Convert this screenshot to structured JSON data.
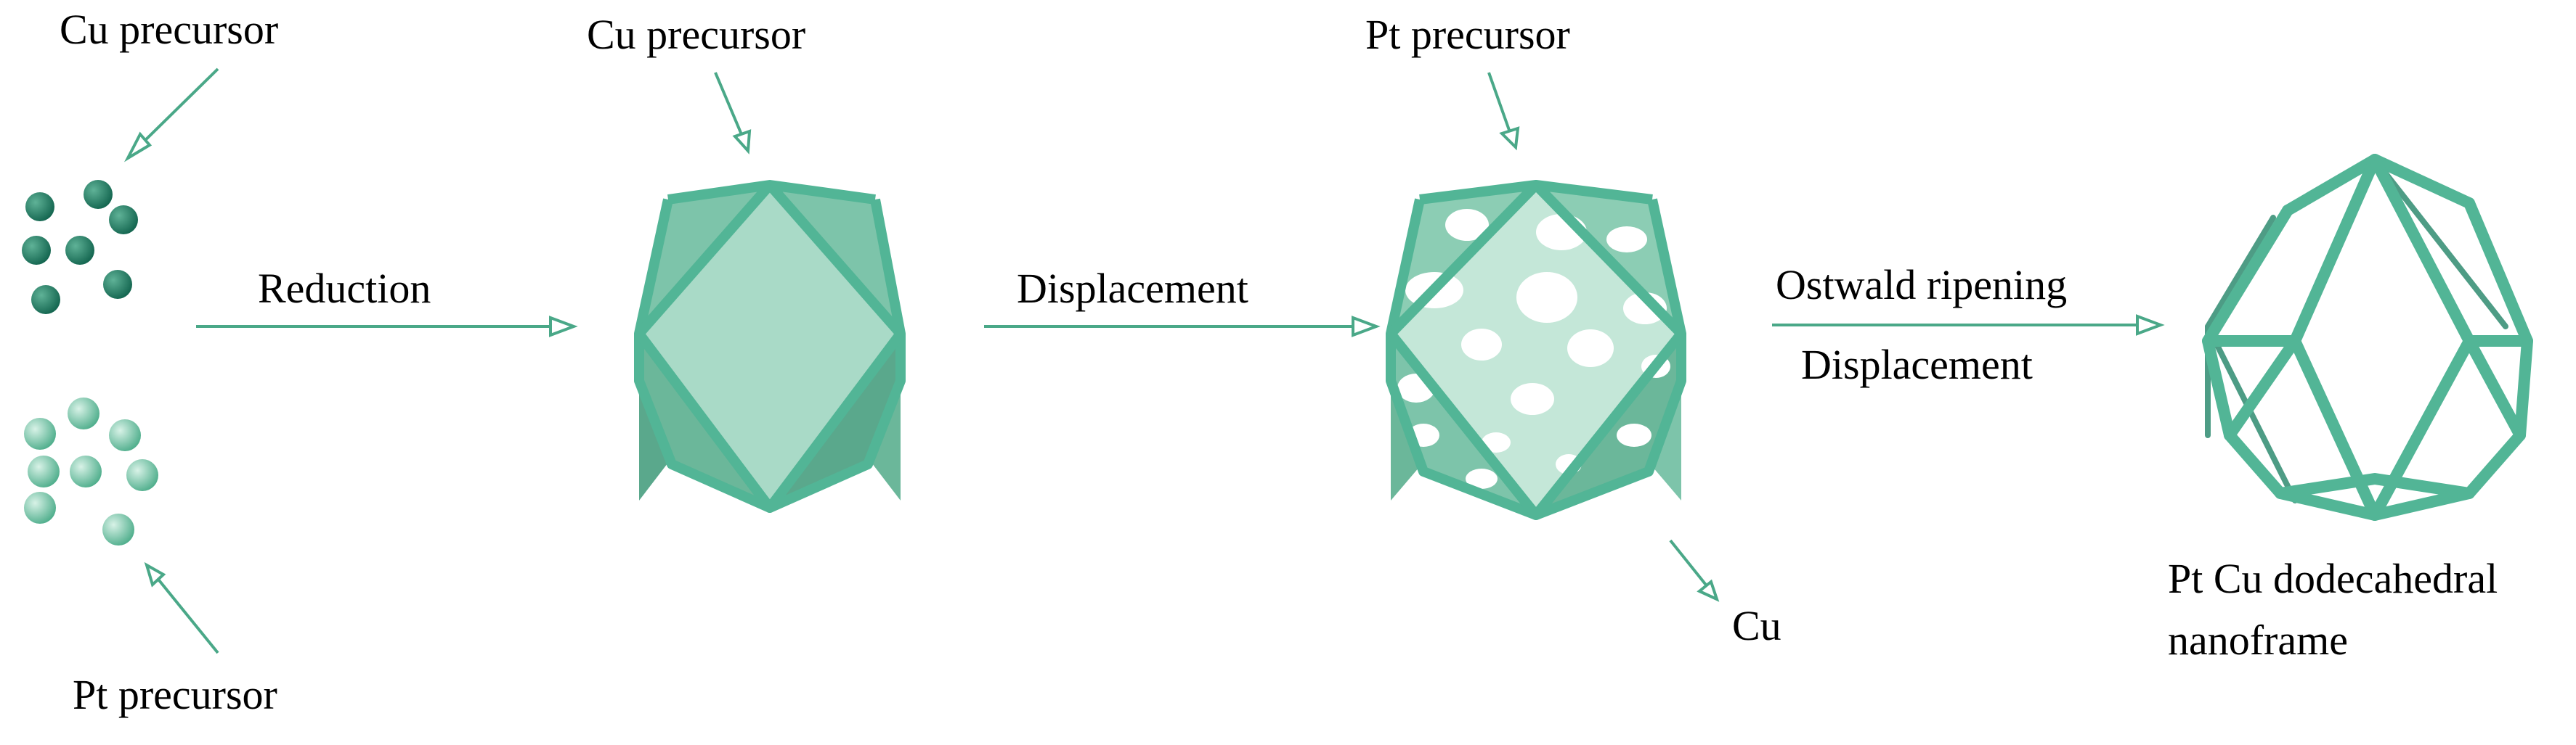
{
  "labels": {
    "cu_precursor_left": "Cu precursor",
    "pt_precursor_left": "Pt precursor",
    "reduction": "Reduction",
    "cu_precursor_top": "Cu precursor",
    "displacement_1": "Displacement",
    "pt_precursor_top": "Pt precursor",
    "cu_released": "Cu",
    "ostwald_ripening": "Ostwald ripening",
    "displacement_2": "Displacement",
    "product_line1": "Pt Cu dodecahedral",
    "product_line2": "nanoframe"
  },
  "colors": {
    "cu_sphere": "#1f7d63",
    "pt_sphere": "#6cc7a6",
    "frame_edge": "#52b596",
    "frame_edge_dark": "#2f8b70",
    "face_light": "#a9dac7",
    "face_mid": "#7dc4aa",
    "face_dark": "#5aa88c",
    "arrow": "#4aa888"
  }
}
